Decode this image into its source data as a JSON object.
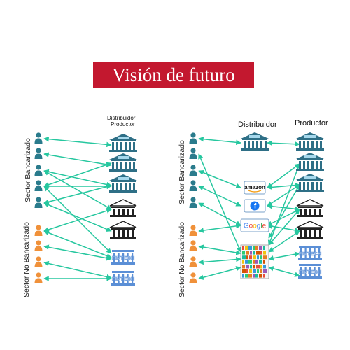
{
  "title": "Visión de futuro",
  "colors": {
    "title_background": "#c3182f",
    "arrow": "#26c79f",
    "banked_person": "#2a7b8c",
    "unbanked_person": "#f0913a",
    "bank_building": "#2e6f86",
    "bank_label_blue": "#a6d8ec",
    "fintech_blue": "#5b8fd6"
  },
  "left_panel": {
    "header": "Distribuidor Productor",
    "header_line1": "Distribuidor",
    "header_line2": "Productor",
    "banked_label": "Sector Bancarizado",
    "unbanked_label": "Sector No Bancarizado",
    "banked_people_icon": "person-icon",
    "unbanked_people_icon": "person-icon",
    "nodes": [
      "bank",
      "bank",
      "bank",
      "classic-bank",
      "classic-bank",
      "FINTECH",
      "FINTECH"
    ]
  },
  "right_panel": {
    "distributor_header": "Distribuidor",
    "producer_header": "Productor",
    "banked_label": "Sector Bancarizado",
    "unbanked_label": "Sector No Bancarizado",
    "distributors": [
      "bank",
      "amazon",
      "f",
      "Google",
      "retail-shelf"
    ],
    "producers": [
      "bank",
      "bank",
      "bank",
      "classic-bank",
      "classic-bank",
      "FINTECH",
      "FINTECH"
    ]
  },
  "brand_text": {
    "amazon": "amazon",
    "facebook": "f",
    "google": "Google",
    "fintech": "FINTECH"
  }
}
